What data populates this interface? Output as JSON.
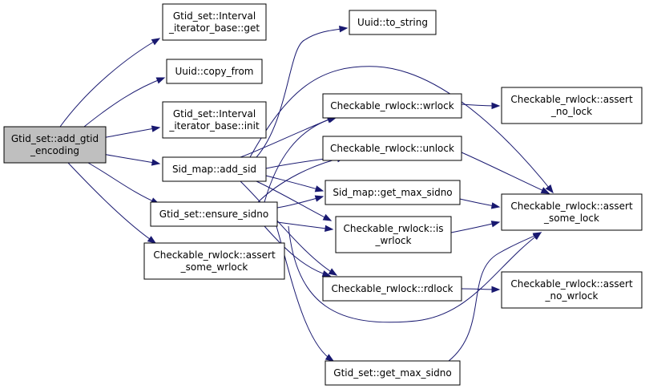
{
  "nodes": [
    {
      "id": "root",
      "lines": [
        "Gtid_set::add_gtid",
        "_encoding"
      ],
      "root": true
    },
    {
      "id": "iter_get",
      "lines": [
        "Gtid_set::Interval",
        "_iterator_base::get"
      ]
    },
    {
      "id": "uuid_copy",
      "lines": [
        "Uuid::copy_from"
      ]
    },
    {
      "id": "iter_init",
      "lines": [
        "Gtid_set::Interval",
        "_iterator_base::init"
      ]
    },
    {
      "id": "sid_add",
      "lines": [
        "Sid_map::add_sid"
      ]
    },
    {
      "id": "ensure_sidno",
      "lines": [
        "Gtid_set::ensure_sidno"
      ]
    },
    {
      "id": "assert_some_wrlock",
      "lines": [
        "Checkable_rwlock::assert",
        "_some_wrlock"
      ]
    },
    {
      "id": "uuid_to_string",
      "lines": [
        "Uuid::to_string"
      ]
    },
    {
      "id": "wrlock",
      "lines": [
        "Checkable_rwlock::wrlock"
      ]
    },
    {
      "id": "unlock",
      "lines": [
        "Checkable_rwlock::unlock"
      ]
    },
    {
      "id": "sid_get_max",
      "lines": [
        "Sid_map::get_max_sidno"
      ]
    },
    {
      "id": "is_wrlock",
      "lines": [
        "Checkable_rwlock::is",
        "_wrlock"
      ]
    },
    {
      "id": "rdlock",
      "lines": [
        "Checkable_rwlock::rdlock"
      ]
    },
    {
      "id": "gtid_get_max",
      "lines": [
        "Gtid_set::get_max_sidno"
      ]
    },
    {
      "id": "assert_no_lock",
      "lines": [
        "Checkable_rwlock::assert",
        "_no_lock"
      ]
    },
    {
      "id": "assert_some_lock",
      "lines": [
        "Checkable_rwlock::assert",
        "_some_lock"
      ]
    },
    {
      "id": "assert_no_wrlock",
      "lines": [
        "Checkable_rwlock::assert",
        "_no_wrlock"
      ]
    }
  ],
  "edges": [
    [
      "root",
      "iter_get"
    ],
    [
      "root",
      "uuid_copy"
    ],
    [
      "root",
      "iter_init"
    ],
    [
      "root",
      "sid_add"
    ],
    [
      "root",
      "ensure_sidno"
    ],
    [
      "root",
      "assert_some_wrlock"
    ],
    [
      "sid_add",
      "uuid_to_string"
    ],
    [
      "sid_add",
      "wrlock"
    ],
    [
      "sid_add",
      "unlock"
    ],
    [
      "sid_add",
      "sid_get_max"
    ],
    [
      "sid_add",
      "is_wrlock"
    ],
    [
      "sid_add",
      "rdlock"
    ],
    [
      "sid_add",
      "assert_some_lock"
    ],
    [
      "ensure_sidno",
      "wrlock"
    ],
    [
      "ensure_sidno",
      "unlock"
    ],
    [
      "ensure_sidno",
      "sid_get_max"
    ],
    [
      "ensure_sidno",
      "is_wrlock"
    ],
    [
      "ensure_sidno",
      "rdlock"
    ],
    [
      "ensure_sidno",
      "gtid_get_max"
    ],
    [
      "ensure_sidno",
      "assert_some_lock"
    ],
    [
      "wrlock",
      "assert_no_lock"
    ],
    [
      "unlock",
      "assert_some_lock"
    ],
    [
      "sid_get_max",
      "assert_some_lock"
    ],
    [
      "is_wrlock",
      "assert_some_lock"
    ],
    [
      "rdlock",
      "assert_no_wrlock"
    ],
    [
      "gtid_get_max",
      "assert_some_lock"
    ]
  ]
}
